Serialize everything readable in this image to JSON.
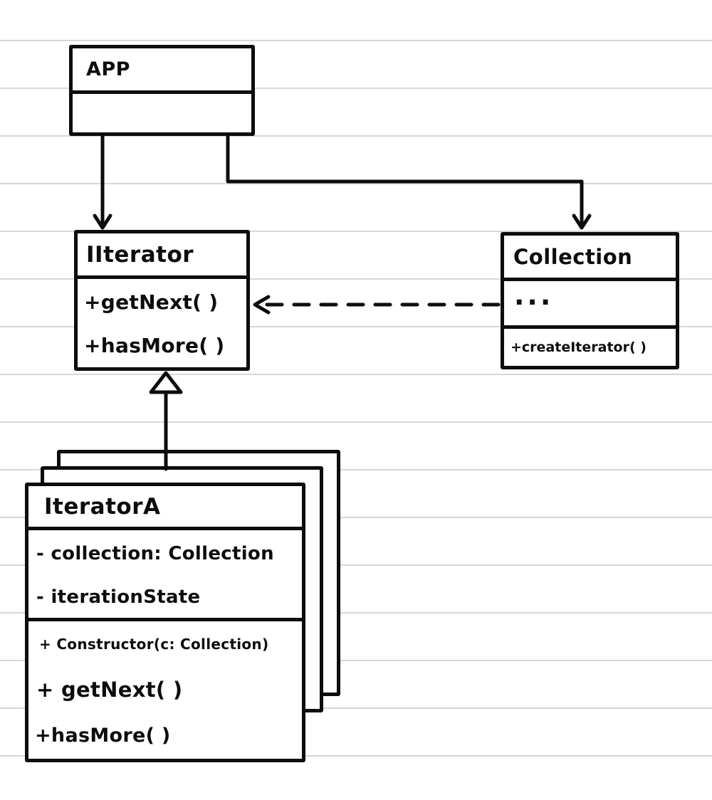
{
  "canvas": {
    "kind": "hand-drawn UML class diagram on ruled paper"
  },
  "colors": {
    "ink": "#0d0d0d",
    "paper": "#ffffff",
    "ruled_line": "#d8d8da"
  },
  "classes": {
    "app": {
      "name": "APP",
      "attributes": [],
      "methods": []
    },
    "iiterator": {
      "name": "IIterator",
      "methods": [
        "+getNext( )",
        "+hasMore( )"
      ]
    },
    "collection": {
      "name": "Collection",
      "attributes": [
        "..."
      ],
      "methods": [
        "+createIterator( )"
      ]
    },
    "iterator_a": {
      "name": "IteratorA",
      "attributes": [
        "- collection: Collection",
        "- iterationState"
      ],
      "methods": [
        "+ Constructor(c: Collection)",
        "+ getNext( )",
        "+hasMore( )"
      ]
    }
  },
  "relations": [
    {
      "from": "APP",
      "to": "IIterator",
      "type": "directed association (solid arrow)"
    },
    {
      "from": "APP",
      "to": "Collection",
      "type": "directed association (solid arrow)"
    },
    {
      "from": "Collection",
      "to": "IIterator",
      "type": "dashed dependency arrow"
    },
    {
      "from": "IteratorA",
      "to": "IIterator",
      "type": "realization (hollow triangle)"
    }
  ]
}
